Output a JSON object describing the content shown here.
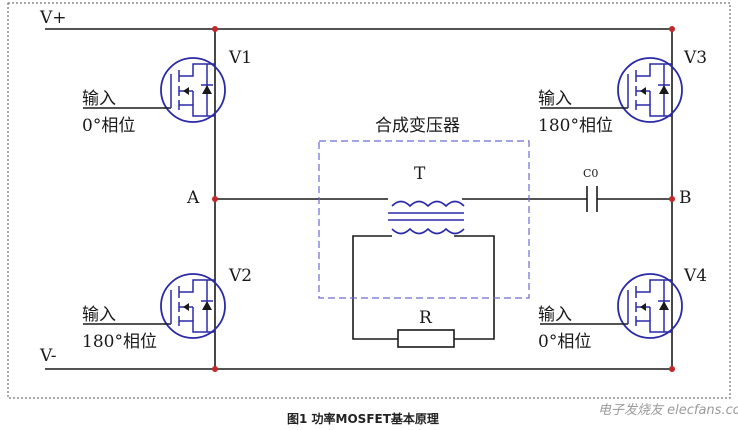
{
  "labels": {
    "v_plus": "V+",
    "v_minus": "V-",
    "node_a": "A",
    "node_b": "B",
    "v1": "V1",
    "v2": "V2",
    "v3": "V3",
    "v4": "V4",
    "transformer": "T",
    "resistor": "R",
    "capacitor": "C0",
    "transformer_box_title": "合成变压器"
  },
  "inputs": {
    "v1": {
      "line1": "输入",
      "line2": "0°相位"
    },
    "v2": {
      "line1": "输入",
      "line2": "180°相位"
    },
    "v3": {
      "line1": "输入",
      "line2": "180°相位"
    },
    "v4": {
      "line1": "输入",
      "line2": "0°相位"
    }
  },
  "caption": "图1 功率MOSFET基本原理",
  "watermark": "电子发烧友 elecfans.com",
  "colors": {
    "wire": "#1a1a1a",
    "mosfet": "#2a2aa8",
    "node": "#c0282a",
    "dashed_box": "#6b6bd6"
  }
}
